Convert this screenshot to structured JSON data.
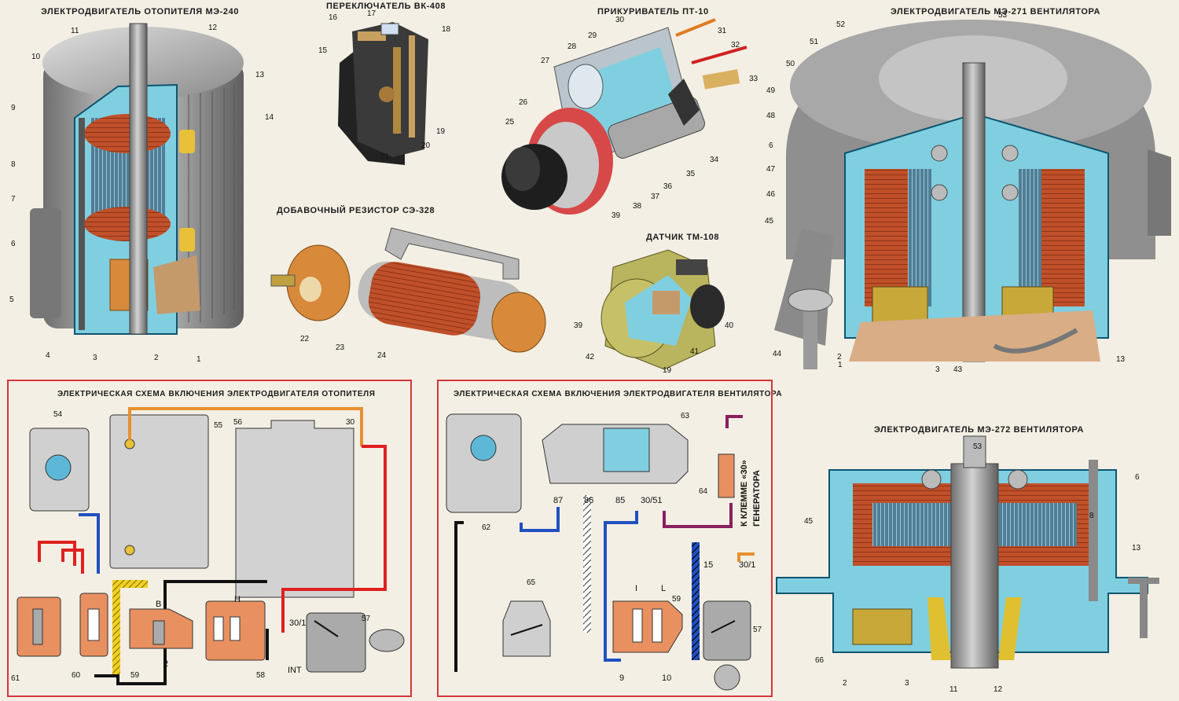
{
  "titles": {
    "me240": "ЭЛЕКТРОДВИГАТЕЛЬ ОТОПИТЕЛЯ МЭ-240",
    "vk408": "ПЕРЕКЛЮЧАТЕЛЬ ВК-408",
    "pt10": "ПРИКУРИВАТЕЛЬ ПТ-10",
    "me271": "ЭЛЕКТРОДВИГАТЕЛЬ МЭ-271 ВЕНТИЛЯТОРА",
    "se328": "ДОБАВОЧНЫЙ РЕЗИСТОР СЭ-328",
    "tm108": "ДАТЧИК ТМ-108",
    "scheme_heater": "ЭЛЕКТРИЧЕСКАЯ СХЕМА ВКЛЮЧЕНИЯ ЭЛЕКТРОДВИГАТЕЛЯ ОТОПИТЕЛЯ",
    "scheme_fan": "ЭЛЕКТРИЧЕСКАЯ СХЕМА ВКЛЮЧЕНИЯ ЭЛЕКТРОДВИГАТЕЛЯ ВЕНТИЛЯТОРА",
    "me272": "ЭЛЕКТРОДВИГАТЕЛЬ МЭ-272 ВЕНТИЛЯТОРА"
  },
  "numbers": {
    "me240": [
      "11",
      "12",
      "10",
      "13",
      "9",
      "14",
      "8",
      "7",
      "6",
      "5",
      "4",
      "3",
      "2",
      "1"
    ],
    "vk408": [
      "16",
      "17",
      "18",
      "15",
      "19",
      "20",
      "21"
    ],
    "pt10": [
      "30",
      "29",
      "31",
      "28",
      "32",
      "27",
      "33",
      "26",
      "25",
      "34",
      "35",
      "36",
      "37",
      "38",
      "39"
    ],
    "se328": [
      "22",
      "23",
      "24"
    ],
    "tm108": [
      "39",
      "40",
      "42",
      "41",
      "19"
    ],
    "me271": [
      "53",
      "52",
      "51",
      "50",
      "49",
      "48",
      "6",
      "47",
      "46",
      "45",
      "44",
      "2",
      "1",
      "3",
      "43",
      "13"
    ],
    "scheme_heater": [
      "54",
      "55",
      "56",
      "30",
      "61",
      "60",
      "59",
      "58",
      "57"
    ],
    "scheme_fan": [
      "63",
      "62",
      "64",
      "65",
      "59",
      "57"
    ],
    "me272": [
      "53",
      "6",
      "45",
      "8",
      "13",
      "66",
      "2",
      "3",
      "11",
      "12"
    ]
  },
  "terminals": {
    "heater_B": "В",
    "heater_2": "2",
    "heater_H": "Н",
    "heater_301": "30/1",
    "heater_INT": "INT",
    "fan_87": "87",
    "fan_86": "86",
    "fan_85": "85",
    "fan_3051": "30/51",
    "fan_I": "I",
    "fan_L": "L",
    "fan_9": "9",
    "fan_10": "10",
    "fan_15": "15",
    "fan_301": "30/1",
    "fan_klemma_1": "К КЛЕММЕ «30»",
    "fan_klemma_2": "ГЕНЕРАТОРА"
  },
  "colors": {
    "cutaway": "#7fcfe0",
    "copper": "#c0502a",
    "metal": "#9b9b9b",
    "frame": "#d9353a",
    "wire_red": "#e02020",
    "wire_blue": "#2050c0",
    "wire_yellow": "#f0d020",
    "wire_orange": "#e89030",
    "wire_purple": "#8a2060",
    "relay_orange": "#e89060"
  }
}
